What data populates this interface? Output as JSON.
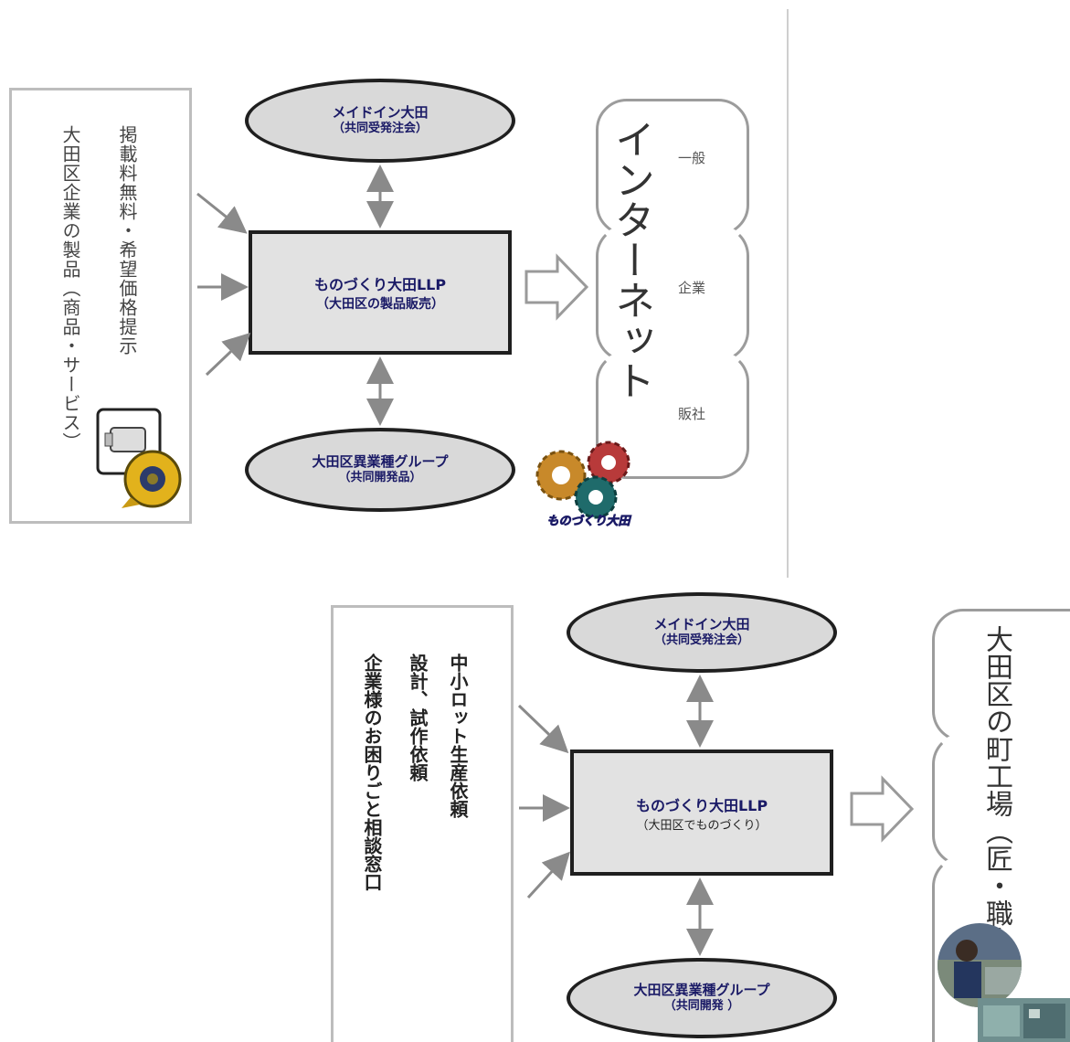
{
  "top": {
    "left_box": {
      "col_right": "掲載料無料・希望価格提示",
      "col_left": "大田区企業の製品（商品・サービス）"
    },
    "ellipse_top": {
      "line1": "メイドイン大田",
      "line2": "（共同受発注会）"
    },
    "center_box": {
      "line1": "ものづくり大田LLP",
      "line2": "（大田区の製品販売）"
    },
    "ellipse_bottom": {
      "line1": "大田区異業種グループ",
      "line2": "（共同開発品）"
    },
    "right_vertical": "インターネット",
    "right_labels": [
      "一般",
      "企業",
      "販社"
    ],
    "logo_text": "ものづくり大田"
  },
  "bottom": {
    "left_box": {
      "col1": "中小ロット生産依頼",
      "col2": "設計、試作依頼",
      "col3": "企業様のお困りごと相談窓口"
    },
    "ellipse_top": {
      "line1": "メイドイン大田",
      "line2": "（共同受発注会）"
    },
    "center_box": {
      "line1": "ものづくり大田LLP",
      "line2": "（大田区でものづくり）"
    },
    "ellipse_bottom": {
      "line1": "大田区異業種グループ",
      "line2": "（共同開発 ）"
    },
    "right_vertical": "大田区の町工場（匠・職人）"
  }
}
